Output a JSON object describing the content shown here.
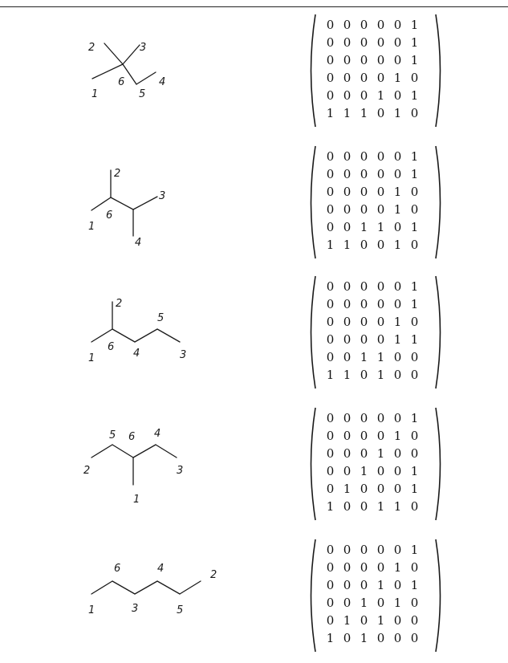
{
  "rows": [
    {
      "labels": [
        "2",
        "3",
        "6",
        "1",
        "5",
        "4"
      ],
      "matrix": [
        [
          "0",
          "0",
          "0",
          "0",
          "0",
          "1"
        ],
        [
          "0",
          "0",
          "0",
          "0",
          "0",
          "1"
        ],
        [
          "0",
          "0",
          "0",
          "0",
          "0",
          "1"
        ],
        [
          "0",
          "0",
          "0",
          "0",
          "1",
          "0"
        ],
        [
          "0",
          "0",
          "0",
          "1",
          "0",
          "1"
        ],
        [
          "1",
          "1",
          "1",
          "0",
          "1",
          "0"
        ]
      ]
    },
    {
      "labels": [
        "2",
        "3",
        "6",
        "1",
        "4"
      ],
      "matrix": [
        [
          "0",
          "0",
          "0",
          "0",
          "0",
          "1"
        ],
        [
          "0",
          "0",
          "0",
          "0",
          "0",
          "1"
        ],
        [
          "0",
          "0",
          "0",
          "0",
          "1",
          "0"
        ],
        [
          "0",
          "0",
          "0",
          "0",
          "1",
          "0"
        ],
        [
          "0",
          "0",
          "1",
          "1",
          "0",
          "1"
        ],
        [
          "1",
          "1",
          "0",
          "0",
          "1",
          "0"
        ]
      ]
    },
    {
      "labels": [
        "2",
        "5",
        "6",
        "4",
        "1",
        "3"
      ],
      "matrix": [
        [
          "0",
          "0",
          "0",
          "0",
          "0",
          "1"
        ],
        [
          "0",
          "0",
          "0",
          "0",
          "0",
          "1"
        ],
        [
          "0",
          "0",
          "0",
          "0",
          "1",
          "0"
        ],
        [
          "0",
          "0",
          "0",
          "0",
          "1",
          "1"
        ],
        [
          "0",
          "0",
          "1",
          "1",
          "0",
          "0"
        ],
        [
          "1",
          "1",
          "0",
          "1",
          "0",
          "0"
        ]
      ]
    },
    {
      "labels": [
        "5",
        "6",
        "4",
        "2",
        "3",
        "1"
      ],
      "matrix": [
        [
          "0",
          "0",
          "0",
          "0",
          "0",
          "1"
        ],
        [
          "0",
          "0",
          "0",
          "0",
          "1",
          "0"
        ],
        [
          "0",
          "0",
          "0",
          "1",
          "0",
          "0"
        ],
        [
          "0",
          "0",
          "1",
          "0",
          "0",
          "1"
        ],
        [
          "0",
          "1",
          "0",
          "0",
          "0",
          "1"
        ],
        [
          "1",
          "0",
          "0",
          "1",
          "1",
          "0"
        ]
      ]
    },
    {
      "labels": [
        "6",
        "4",
        "2",
        "1",
        "3",
        "5"
      ],
      "matrix": [
        [
          "0",
          "0",
          "0",
          "0",
          "0",
          "1"
        ],
        [
          "0",
          "0",
          "0",
          "0",
          "1",
          "0"
        ],
        [
          "0",
          "0",
          "0",
          "1",
          "0",
          "1"
        ],
        [
          "0",
          "0",
          "1",
          "0",
          "1",
          "0"
        ],
        [
          "0",
          "1",
          "0",
          "1",
          "0",
          "0"
        ],
        [
          "1",
          "0",
          "1",
          "0",
          "0",
          "0"
        ]
      ]
    }
  ]
}
